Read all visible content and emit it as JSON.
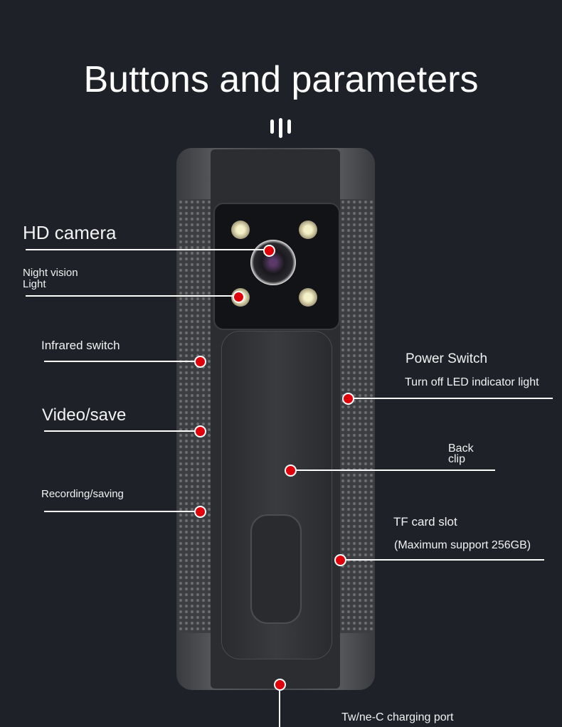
{
  "title": "Buttons and parameters",
  "labels": {
    "hd_camera": "HD camera",
    "night_vision_1": "Night vision",
    "night_vision_2": "Light",
    "infrared_switch": "Infrared switch",
    "video_save": "Video/save",
    "recording_saving": "Recording/saving",
    "power_switch": "Power Switch",
    "power_switch_sub": "Turn off LED indicator light",
    "back_clip_1": "Back",
    "back_clip_2": "clip",
    "tf_card_slot": "TF card slot",
    "tf_card_sub": "(Maximum support 256GB)",
    "charging_port": "Tw/ne-C charging port"
  },
  "colors": {
    "background": "#1e2128",
    "marker": "#e0000a"
  }
}
